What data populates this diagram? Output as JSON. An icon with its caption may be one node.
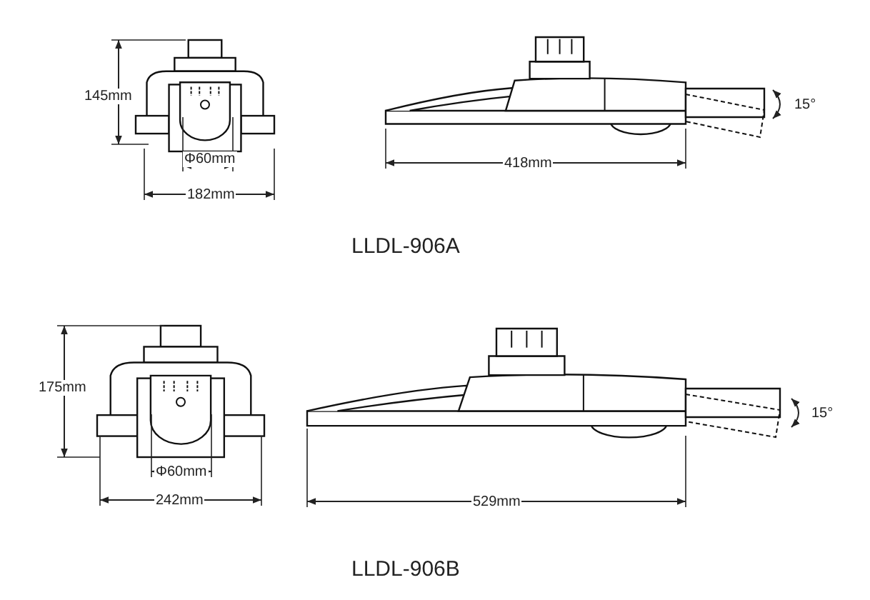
{
  "diagram": {
    "labels": [
      "145mm",
      "15°",
      "Φ60mm",
      "418mm",
      "182mm",
      "LLDL-906A",
      "175mm",
      "15°",
      "Φ60mm",
      "529mm",
      "242mm",
      "LLDL-906B"
    ]
  }
}
